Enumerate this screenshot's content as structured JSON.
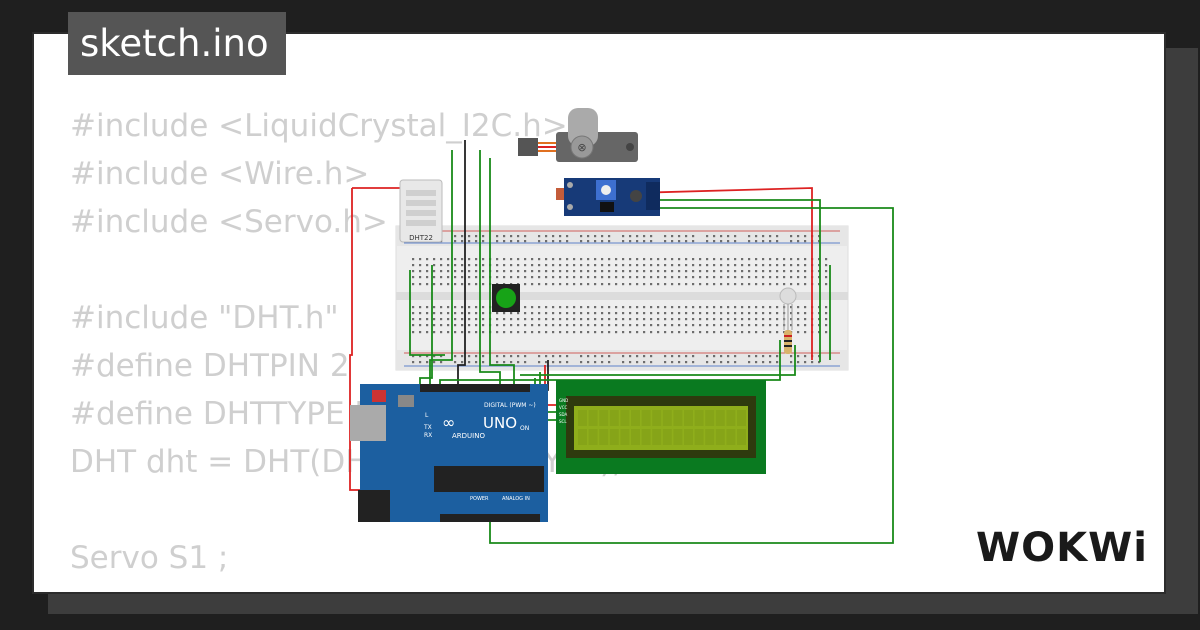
{
  "file": {
    "name": "sketch.ino"
  },
  "code_lines": [
    "#include <LiquidCrystal_I2C.h>",
    "#include <Wire.h>",
    "#include <Servo.h>",
    "",
    "#include \"DHT.h\"",
    "#define DHTPIN 2",
    "#define DHTTYPE DHT22",
    "DHT dht = DHT(DHTPIN, DHTTYPE);",
    "",
    "Servo S1 ;"
  ],
  "components": {
    "dht_label": "DHT22",
    "arduino_brand": "ARDUINO",
    "arduino_model": "UNO",
    "arduino_digital": "DIGITAL (PWM ~)",
    "arduino_power": "POWER",
    "arduino_analog": "ANALOG IN",
    "arduino_on": "ON",
    "arduino_tx": "TX",
    "arduino_rx": "RX",
    "arduino_l": "L",
    "lcd_pins": [
      "GND",
      "VCC",
      "SDA",
      "SCL"
    ]
  },
  "brand": {
    "logo": "WOKWi"
  },
  "colors": {
    "code_text": "#cfcfcf",
    "wire_green": "#1a8a1a",
    "wire_red": "#dd2222",
    "wire_black": "#222222",
    "arduino_blue": "#1c5fa0",
    "lcd_green": "#8fae1b"
  }
}
